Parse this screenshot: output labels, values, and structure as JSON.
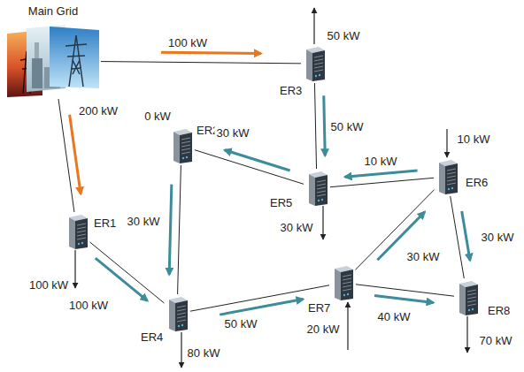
{
  "diagram": {
    "nodes": [
      {
        "text": [
          "Main Grid"
        ]
      },
      {
        "text": [
          "ER3"
        ]
      },
      {
        "text": [
          "ER2"
        ]
      },
      {
        "text": [
          "ER6"
        ]
      },
      {
        "text": [
          "ER5"
        ]
      },
      {
        "text": [
          "ER1"
        ]
      },
      {
        "text": [
          "ER7"
        ]
      },
      {
        "text": [
          "ER8"
        ]
      },
      {
        "text": [
          "ER4"
        ]
      }
    ],
    "edges": [
      {
        "from": 0,
        "to": 1,
        "label": "100 kW",
        "arrow": "to"
      },
      {
        "from": 0,
        "to": 5,
        "label": "200 kW",
        "arrow": "to"
      },
      {
        "from": 1,
        "to": 4,
        "label": "50 kW",
        "arrow": "to"
      },
      {
        "from": 4,
        "to": 2,
        "label": "30 kW",
        "arrow": "to"
      },
      {
        "from": 3,
        "to": 4,
        "label": "10 kW",
        "arrow": "to"
      },
      {
        "from": 2,
        "to": 8,
        "label": "30 kW",
        "arrow": "to"
      },
      {
        "from": 5,
        "to": 8,
        "label": "100 kW",
        "arrow": "to"
      },
      {
        "from": 8,
        "to": 6,
        "label": "50 kW",
        "arrow": "to"
      },
      {
        "from": 6,
        "to": 3,
        "label": "30 kW",
        "arrow": "to"
      },
      {
        "from": 6,
        "to": 7,
        "label": "40 kW",
        "arrow": "to"
      },
      {
        "from": 3,
        "to": 7,
        "label": "30 kW",
        "arrow": "to"
      }
    ],
    "labels": [
      "50 kW",
      "0 kW",
      "10 kW",
      "30 kW",
      "100 kW",
      "20 kW",
      "80 kW",
      "70 kW"
    ]
  }
}
